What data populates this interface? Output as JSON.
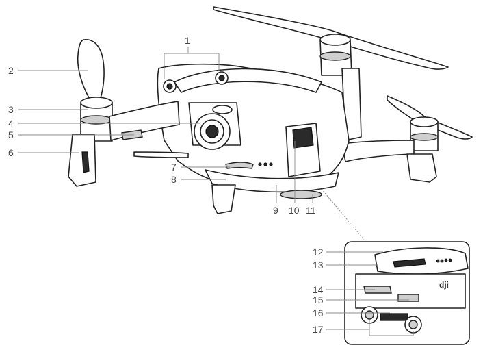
{
  "figure": {
    "callouts": [
      {
        "id": "1",
        "label": "1"
      },
      {
        "id": "2",
        "label": "2"
      },
      {
        "id": "3",
        "label": "3"
      },
      {
        "id": "4",
        "label": "4"
      },
      {
        "id": "5",
        "label": "5"
      },
      {
        "id": "6",
        "label": "6"
      },
      {
        "id": "7",
        "label": "7"
      },
      {
        "id": "8",
        "label": "8"
      },
      {
        "id": "9",
        "label": "9"
      },
      {
        "id": "10",
        "label": "10"
      },
      {
        "id": "11",
        "label": "11"
      },
      {
        "id": "12",
        "label": "12"
      },
      {
        "id": "13",
        "label": "13"
      },
      {
        "id": "14",
        "label": "14"
      },
      {
        "id": "15",
        "label": "15"
      },
      {
        "id": "16",
        "label": "16"
      },
      {
        "id": "17",
        "label": "17"
      }
    ],
    "logo_text": "dji",
    "colors": {
      "line": "#222222",
      "leader": "#888888",
      "label": "#444444",
      "fill": "#ffffff",
      "shade": "#cfcfcf"
    }
  }
}
